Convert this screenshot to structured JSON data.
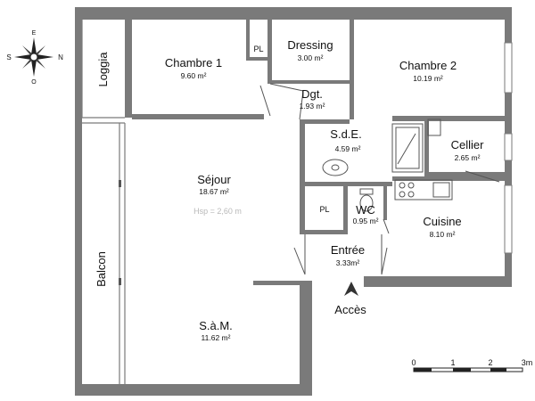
{
  "rooms": {
    "chambre1": {
      "name": "Chambre 1",
      "area": "9.60 m²"
    },
    "dressing": {
      "name": "Dressing",
      "area": "3.00 m²"
    },
    "chambre2": {
      "name": "Chambre 2",
      "area": "10.19 m²"
    },
    "dgt": {
      "name": "Dgt.",
      "area": "1.93 m²"
    },
    "sde": {
      "name": "S.d.E.",
      "area": "4.59 m²"
    },
    "cellier": {
      "name": "Cellier",
      "area": "2.65 m²"
    },
    "sejour": {
      "name": "Séjour",
      "area": "18.67 m²"
    },
    "wc": {
      "name": "WC",
      "area": "0.95 m²"
    },
    "cuisine": {
      "name": "Cuisine",
      "area": "8.10 m²"
    },
    "entree": {
      "name": "Entrée",
      "area": "3.33m²"
    },
    "sam": {
      "name": "S.à.M.",
      "area": "11.62 m²"
    },
    "loggia": {
      "name": "Loggia"
    },
    "balcon": {
      "name": "Balcon"
    }
  },
  "cupboards": {
    "pl_top": "PL",
    "pl_mid": "PL"
  },
  "hsp": "Hsp = 2,60 m",
  "acces": "Accès",
  "compass": {
    "s": "S",
    "n": "N",
    "e": "E",
    "o": "O"
  },
  "scale": {
    "labels": [
      "0",
      "1",
      "2",
      "3m"
    ]
  }
}
